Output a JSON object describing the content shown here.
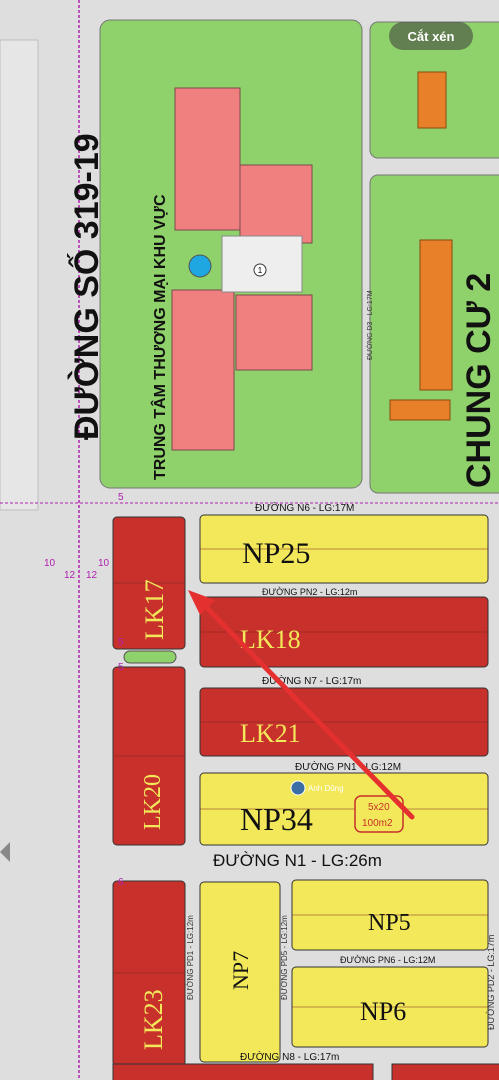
{
  "toolbar": {
    "crop_label": "Cắt xén"
  },
  "roads": {
    "vertical_main": "ĐƯỜNG SỐ 319-19",
    "n6": "ĐƯỜNG N6 - LG:17M",
    "pn2": "ĐƯỜNG PN2 - LG:12m",
    "n7": "ĐƯỜNG N7 - LG:17m",
    "pn1": "ĐƯỜNG PN1 - LG:12M",
    "n1": "ĐƯỜNG N1 - LG:26m",
    "pn6": "ĐƯỜNG PN6 - LG:12M",
    "n8": "ĐƯỜNG N8 - LG:17m",
    "d3": "ĐƯỜNG D3 - LG:17M",
    "pd1": "ĐƯỜNG PD1 - LG:12m",
    "pd2": "ĐƯỜNG PD2 - LG:17m",
    "pd5": "ĐƯỜNG PD5 - LG:12m"
  },
  "areas": {
    "commercial_center": "TRUNG TÂM THƯƠNG MẠI KHU VỰC",
    "apartment": "CHUNG CƯ 2",
    "circle_marker": "1"
  },
  "blocks": {
    "np25": "NP25",
    "lk17": "LK17",
    "lk18": "LK18",
    "lk21": "LK21",
    "lk20": "LK20",
    "np34": "NP34",
    "lk23": "LK23",
    "np7": "NP7",
    "np5": "NP5",
    "np6": "NP6"
  },
  "annotation": {
    "size": "5x20",
    "area": "100m2",
    "user": "Anh Dũng"
  },
  "dims": {
    "d10a": "10",
    "d12a": "12",
    "d12b": "12",
    "d10b": "10",
    "d5a": "5",
    "d5b": "5",
    "d5c": "5",
    "d6": "6"
  },
  "colors": {
    "road": "#dcdcdc",
    "green": "#8fd16a",
    "pink": "#f08080",
    "red": "#c8302c",
    "yellow": "#f2e85a",
    "purple": "#b020b0",
    "orange": "#e8802a"
  }
}
